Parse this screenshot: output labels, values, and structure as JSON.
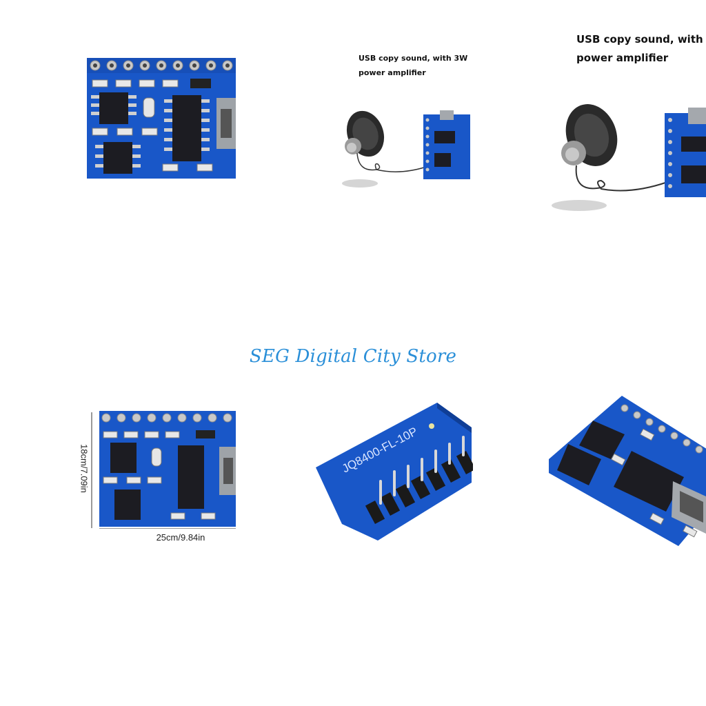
{
  "watermark": {
    "store_name": "SEG Digital City Store"
  },
  "panels": {
    "panel2_caption": {
      "line1": "USB copy sound, with 3W",
      "line2": "power amplifier"
    },
    "panel3_caption": {
      "line1": "USB copy sound, with 3",
      "line2": "power amplifier"
    },
    "dimensions": {
      "height": "18cm/7.09in",
      "width": "25cm/9.84in"
    },
    "board_silkscreen": "JQ8400-FL-10P"
  },
  "colors": {
    "pcb": "#1957c8",
    "pcb_dark": "#0f3e96",
    "chip": "#1c1c22",
    "watermark": "#2a8fd8"
  }
}
